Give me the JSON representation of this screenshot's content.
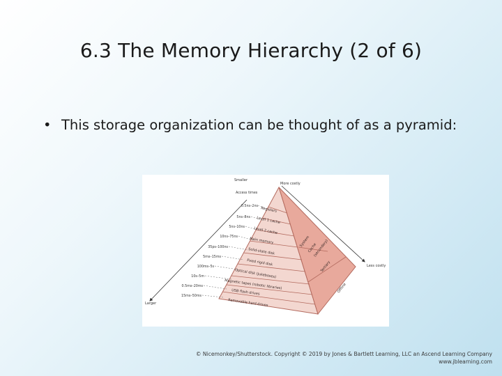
{
  "slide": {
    "title": "6.3 The Memory Hierarchy (2 of 6)",
    "bullet_marker": "•",
    "bullet_text": "This storage organization can be thought of as a pyramid:"
  },
  "figure": {
    "top_left_label": "Smaller",
    "top_left_sublabel": "Access times",
    "bottom_left_label": "Larger",
    "top_right_label": "More costly",
    "right_label": "Less costly",
    "access_times": [
      "0.5ns–2ns",
      "5ns–8ns",
      "5ns–10ns",
      "10ns–75ns",
      "35ps–100ns",
      "5ms–15ms",
      "100ms–5s",
      "10s–5m",
      "0.5ms–20ms",
      "15ms–50ms"
    ],
    "levels": [
      "Registers",
      "Level 1 cache",
      "Level 2 cache",
      "Main memory",
      "Solid-state disk",
      "Fixed rigid disk",
      "Optical disk (jukeboxes)",
      "Magnetic tapes (robotic libraries)",
      "USB flash drives",
      "Removable hard drives"
    ],
    "side_labels": [
      "System",
      "Cache",
      "(secondary)",
      "Tertiary",
      "Offline"
    ],
    "colors": {
      "pyramid_front": "#f3d7d0",
      "pyramid_side": "#e8a99c",
      "lines": "#b36a5e"
    }
  },
  "footer": {
    "copyright": "© Nicemonkey/Shutterstock. Copyright © 2019 by Jones & Bartlett Learning, LLC an Ascend Learning Company",
    "url": "www.jblearning.com"
  }
}
